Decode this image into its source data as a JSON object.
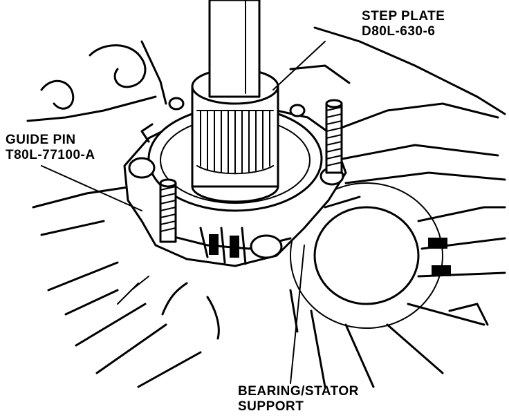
{
  "labels": {
    "step_plate": {
      "line1": "STEP PLATE",
      "line2": "D80L-630-6"
    },
    "guide_pin": {
      "line1": "GUIDE PIN",
      "line2": "T80L-77100-A"
    },
    "bearing_stator": {
      "line1": "BEARING/STATOR",
      "line2": "SUPPORT"
    }
  },
  "colors": {
    "ink": "#000000",
    "paper": "#ffffff"
  }
}
